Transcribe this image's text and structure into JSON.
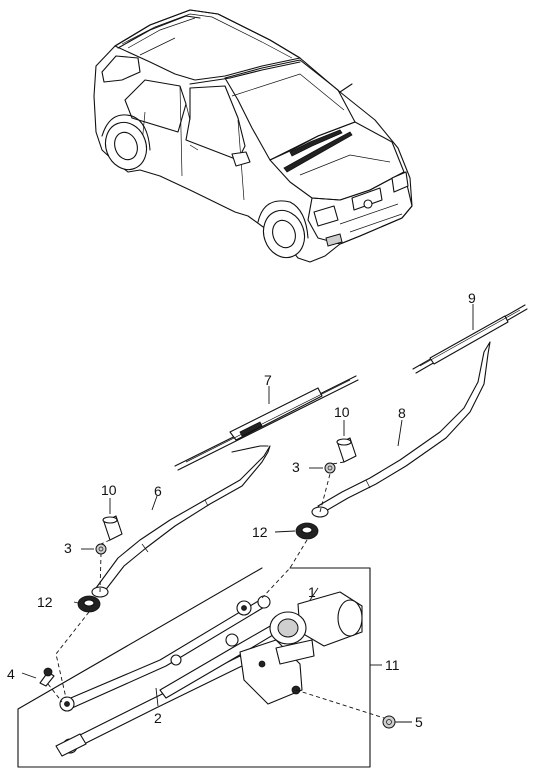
{
  "callouts": {
    "c1": "1",
    "c2": "2",
    "c3a": "3",
    "c3b": "3",
    "c4": "4",
    "c5": "5",
    "c6": "6",
    "c7": "7",
    "c8": "8",
    "c9": "9",
    "c10a": "10",
    "c10b": "10",
    "c11": "11",
    "c12a": "12",
    "c12b": "12"
  }
}
